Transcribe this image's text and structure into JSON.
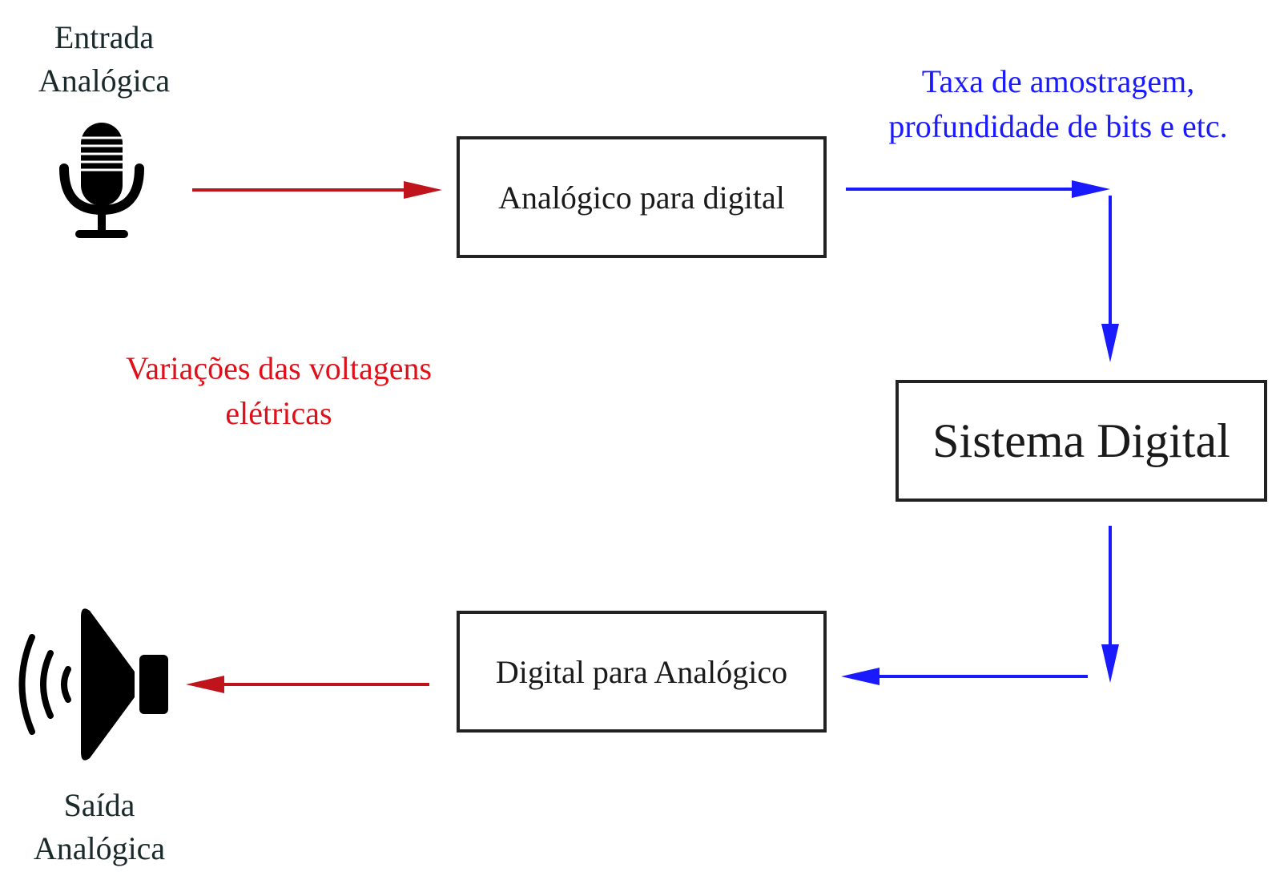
{
  "input_label": [
    "Entrada",
    "Analógica"
  ],
  "output_label": [
    "Saída",
    "Analógica"
  ],
  "adc_box": "Analógico para digital",
  "dac_box": "Digital para Analógico",
  "system_box": "Sistema Digital",
  "sampling_note": [
    "Taxa de amostragem,",
    "profundidade de bits e etc."
  ],
  "voltage_note": [
    "Variações das voltagens",
    "elétricas"
  ],
  "icons": {
    "input": "microphone-icon",
    "output": "speaker-icon"
  },
  "colors": {
    "analog_signal": "#c0141c",
    "digital_signal": "#1a1aff",
    "text": "#1a2a2a"
  }
}
